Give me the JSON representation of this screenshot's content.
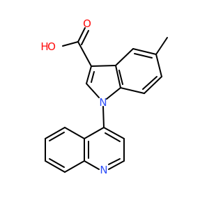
{
  "atoms": [
    {
      "id": "O1",
      "label": "O",
      "color": "#ff0d0d"
    },
    {
      "id": "H1",
      "label": "H",
      "color": "#ff0d0d"
    },
    {
      "id": "O2",
      "label": "O",
      "color": "#ff0d0d"
    },
    {
      "id": "N1",
      "label": "N",
      "color": "#3050f8"
    },
    {
      "id": "N2",
      "label": "N",
      "color": "#3050f8"
    }
  ],
  "colors": {
    "bond": "#000000",
    "oxygen": "#ff0d0d",
    "nitrogen": "#3050f8",
    "background": "#ffffff"
  }
}
